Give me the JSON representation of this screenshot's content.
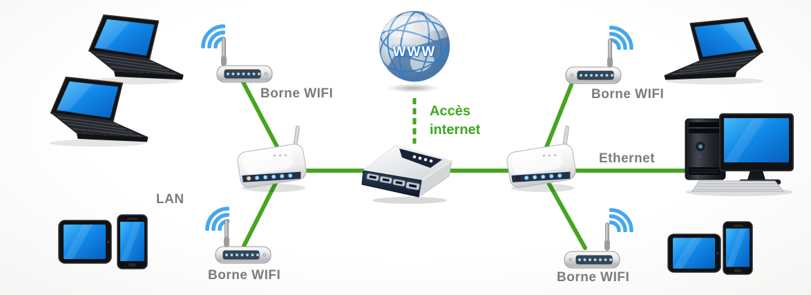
{
  "nodes": {
    "globe": {
      "label": "WWW"
    },
    "internet_access": {
      "line1": "Accès",
      "line2": "internet"
    },
    "ap_top_left": {
      "label": "Borne WIFI"
    },
    "ap_bottom_left": {
      "label": "Borne WIFI"
    },
    "ap_top_right": {
      "label": "Borne WIFI"
    },
    "ap_bottom_right": {
      "label": "Borne WIFI"
    }
  },
  "links": {
    "lan_label": "LAN",
    "ethernet_label": "Ethernet"
  },
  "colors": {
    "link_green": "#46a51f",
    "text_green": "#3ea81e",
    "label_gray": "#7b7b7b",
    "wifi_blue": "#47a7ec",
    "screen_blue": "#0f82e0",
    "router_navy": "#22304a"
  }
}
